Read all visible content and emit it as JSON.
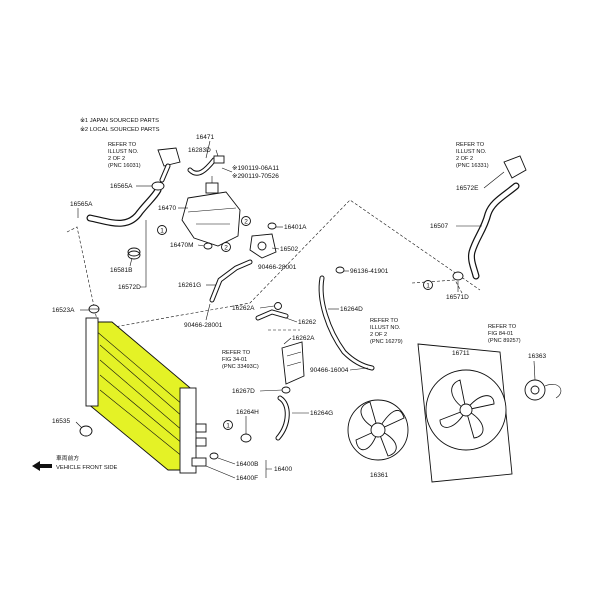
{
  "notes": [
    "※1 JAPAN SOURCED PARTS",
    "※2 LOCAL SOURCED PARTS"
  ],
  "labels": {
    "p16471": "16471",
    "p16283d": "16283D",
    "p90119_06a11": "※190119-06A11",
    "p90119_70526": "※290119-70526",
    "p16470": "16470",
    "p16401a": "16401A",
    "p16470m": "16470M",
    "p16502": "16502",
    "p90466_28001a": "90466-28001",
    "p16565a_top": "16565A",
    "p16565a": "16565A",
    "p16581b": "16581B",
    "p16572d": "16572D",
    "p16261g": "16261G",
    "p16523a": "16523A",
    "p90466_28001b": "90466-28001",
    "p16262a_top": "16262A",
    "p16262": "16262",
    "p16262a": "16262A",
    "p16264d": "16264D",
    "p96136_41901": "96136-41901",
    "p16572e": "16572E",
    "p16507": "16507",
    "p16571d": "16571D",
    "p16711": "16711",
    "p16363": "16363",
    "p16267d": "16267D",
    "p16264h": "16264H",
    "p16264g": "16264G",
    "p90466_16004": "90466-16004",
    "p16535": "16535",
    "p16400b": "16400B",
    "p16400": "16400",
    "p16400f": "16400F",
    "p16361": "16361"
  },
  "callouts": {
    "c1a": "1",
    "c2a": "2",
    "c2b": "2",
    "c1b": "1",
    "c1c": "1"
  },
  "refs": {
    "r16031": [
      "REFER TO",
      "ILLUST NO.",
      "2 OF 2",
      "(PNC 16031)"
    ],
    "r16331": [
      "REFER TO",
      "ILLUST NO.",
      "2 OF 2",
      "(PNC 16331)"
    ],
    "r16279": [
      "REFER TO",
      "ILLUST NO.",
      "2 OF 2",
      "(PNC 16279)"
    ],
    "r33493": [
      "REFER TO",
      "FIG 34-01",
      "(PNC 33493C)"
    ],
    "r89257": [
      "REFER TO",
      "FIG 84-01",
      "(PNC 89257)"
    ]
  },
  "vehicle_front": [
    "車両前方",
    "VEHICLE FRONT SIDE"
  ],
  "colors": {
    "highlight": "#e4f226",
    "ink": "#111111"
  }
}
